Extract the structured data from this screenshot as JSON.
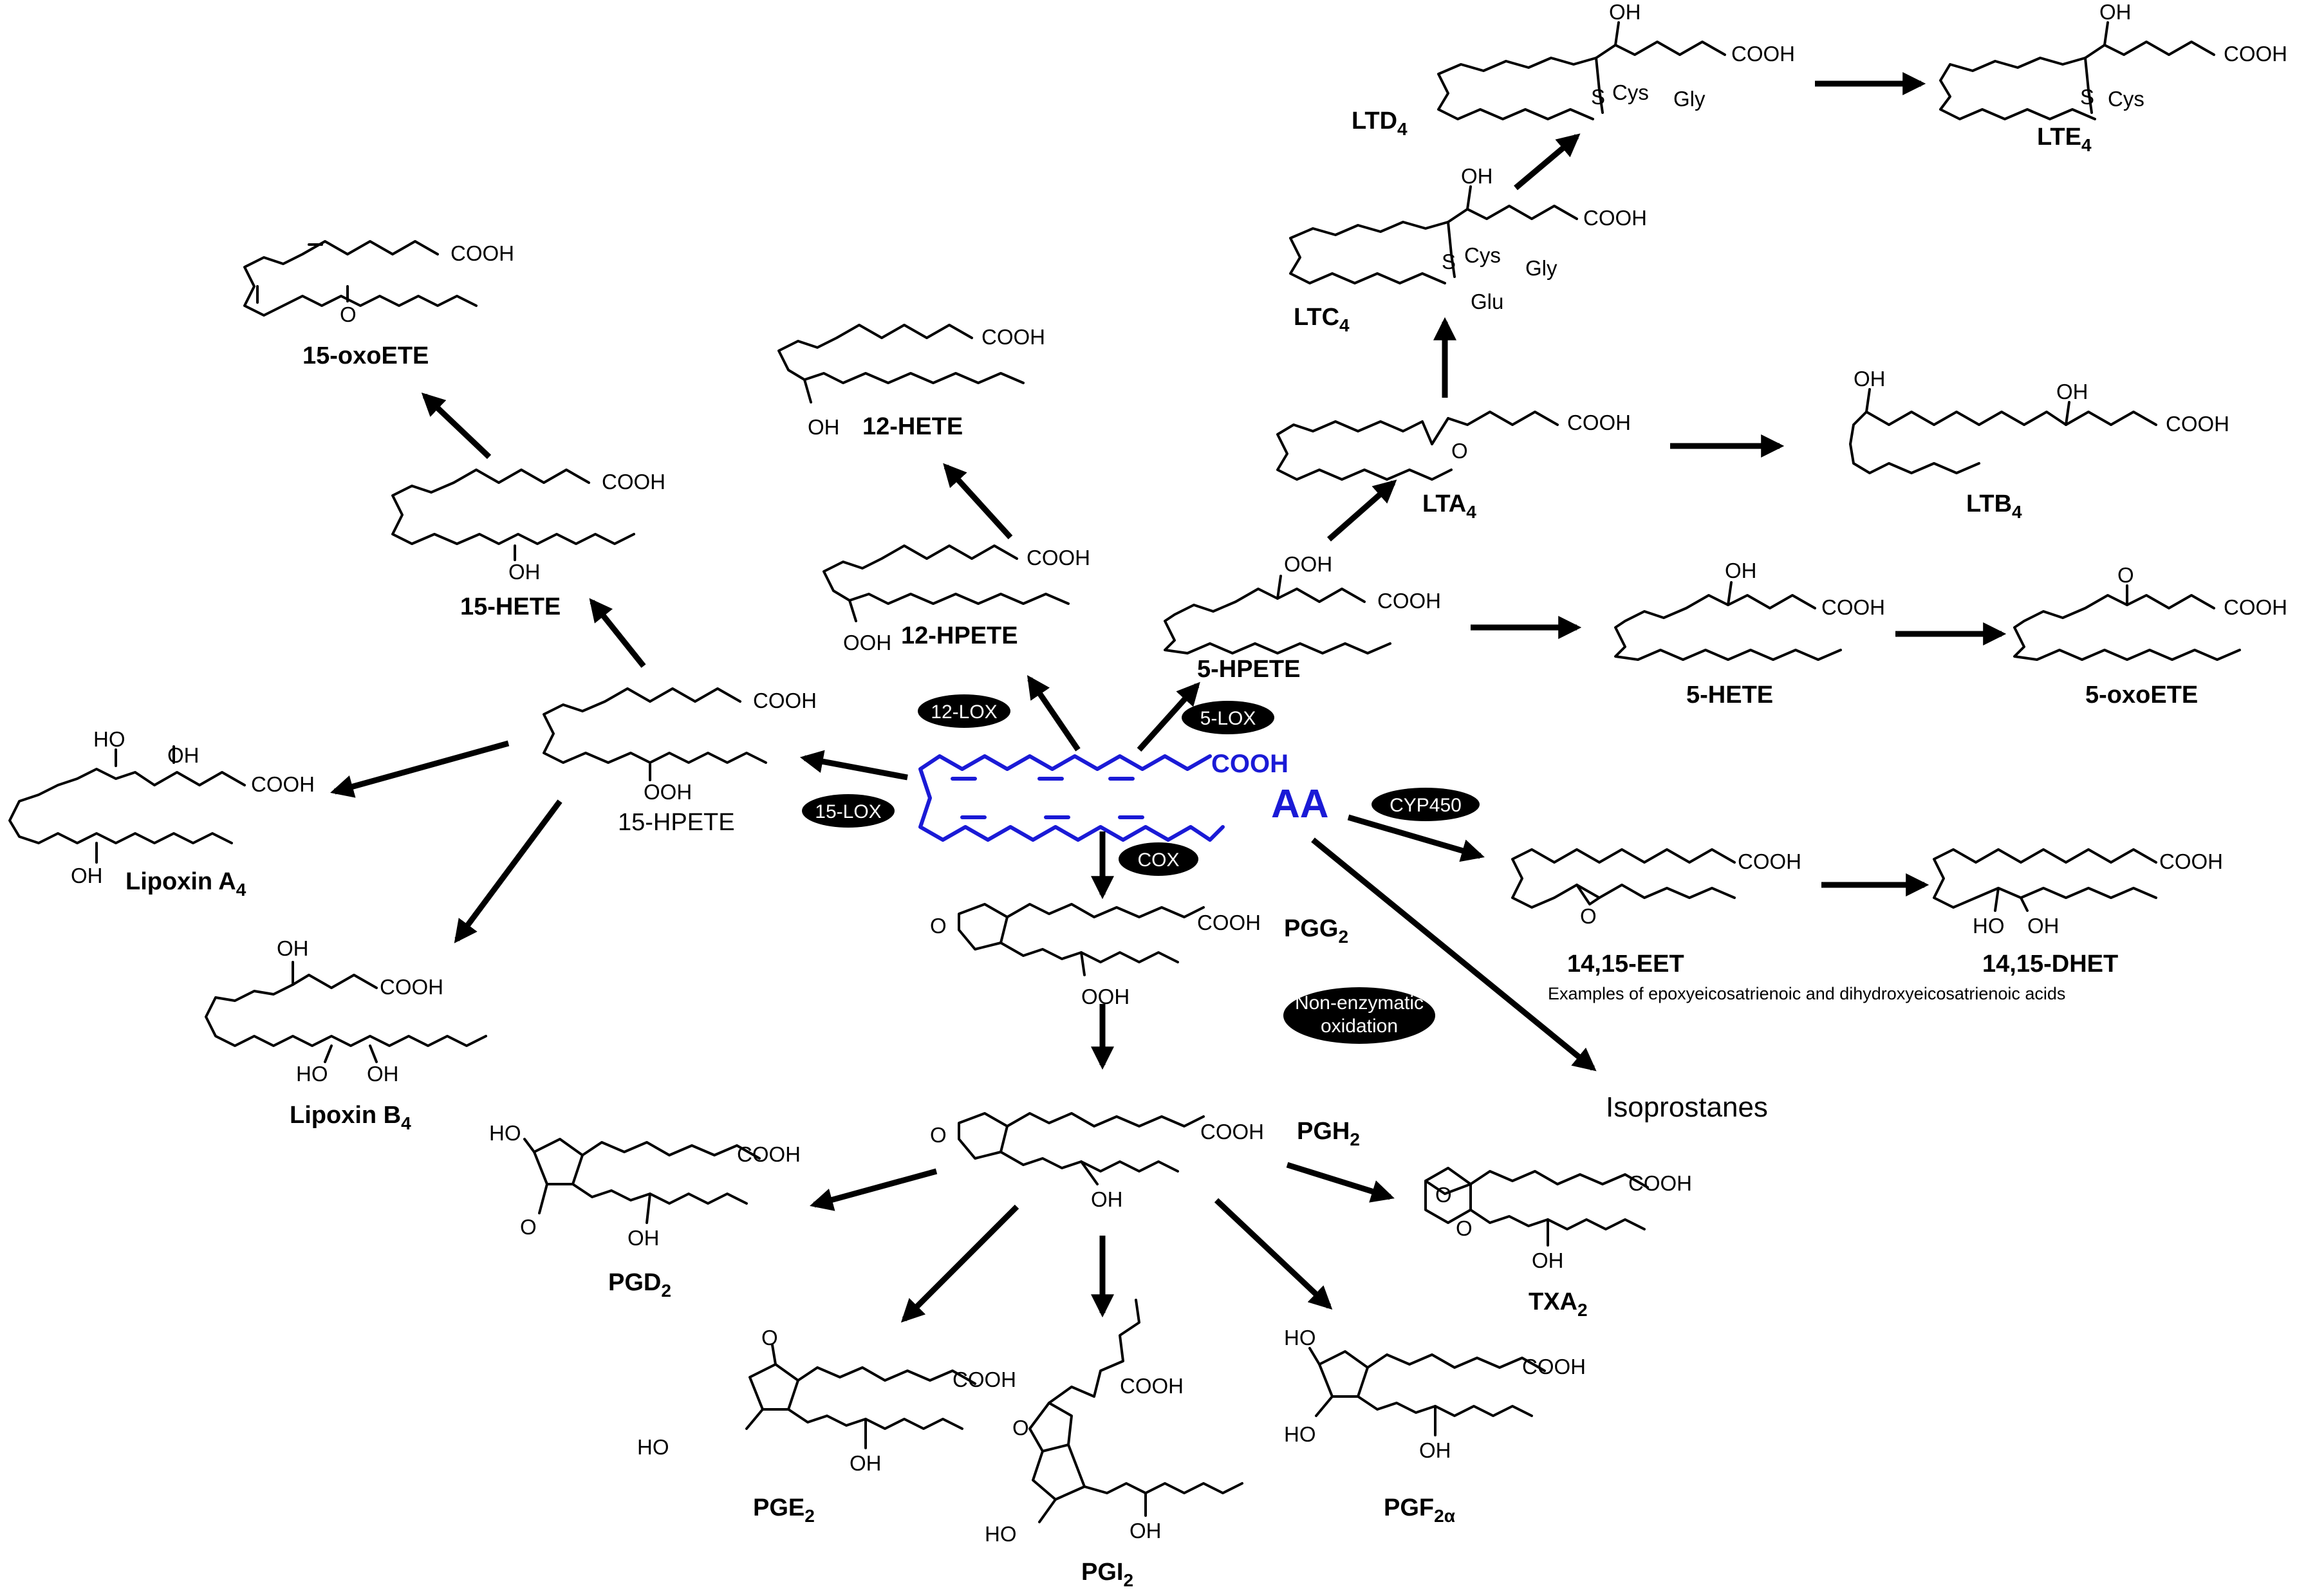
{
  "diagram": {
    "source": {
      "name": "AA",
      "group": "COOH",
      "color": "#1a1ad6"
    },
    "enzymes": {
      "lox12": "12-LOX",
      "lox5": "5-LOX",
      "lox15": "15-LOX",
      "cyp": "CYP450",
      "cox": "COX",
      "nonenz_line1": "Non-enzymatic",
      "nonenz_line2": "oxidation"
    },
    "compounds": {
      "oxoete15": "15-oxoETE",
      "hete12": "12-HETE",
      "hete15": "15-HETE",
      "hpete12": "12-HPETE",
      "hpete15": "15-HPETE",
      "lipoxinA4": "Lipoxin A",
      "lipoxinA4_sub": "4",
      "lipoxinB4": "Lipoxin B",
      "lipoxinB4_sub": "4",
      "ltd4": "LTD",
      "ltd4_sub": "4",
      "lte4": "LTE",
      "lte4_sub": "4",
      "ltc4": "LTC",
      "ltc4_sub": "4",
      "lta4": "LTA",
      "lta4_sub": "4",
      "ltb4": "LTB",
      "ltb4_sub": "4",
      "hpete5": "5-HPETE",
      "hete5": "5-HETE",
      "oxoete5": "5-oxoETE",
      "eet": "14,15-EET",
      "dhet": "14,15-DHET",
      "eet_caption": "Examples of epoxyeicosatrienoic and dihydroxyeicosatrienoic acids",
      "isoprostanes": "Isoprostanes",
      "pgg2": "PGG",
      "pgg2_sub": "2",
      "pgh2": "PGH",
      "pgh2_sub": "2",
      "pgd2": "PGD",
      "pgd2_sub": "2",
      "pge2": "PGE",
      "pge2_sub": "2",
      "pgi2": "PGI",
      "pgi2_sub": "2",
      "pgf2a": "PGF",
      "pgf2a_sub": "2α",
      "txa2": "TXA",
      "txa2_sub": "2"
    },
    "groups": {
      "cooh": "COOH",
      "oh": "OH",
      "ooh": "OOH",
      "ho": "HO",
      "o": "O",
      "s": "S",
      "cys": "Cys",
      "gly": "Gly",
      "glu": "Glu"
    }
  }
}
